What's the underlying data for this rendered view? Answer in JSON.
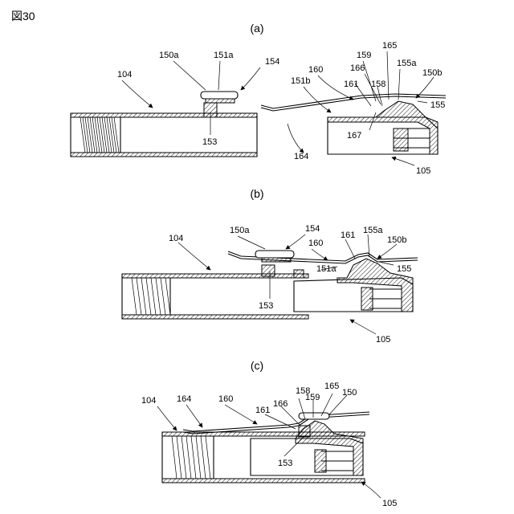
{
  "figure_label": "図30",
  "panels": [
    {
      "caption": "(a)",
      "labels": [
        "150a",
        "151a",
        "154",
        "104",
        "153",
        "160",
        "159",
        "165",
        "151b",
        "166",
        "155a",
        "150b",
        "161",
        "158",
        "155",
        "167",
        "164",
        "105"
      ]
    },
    {
      "caption": "(b)",
      "labels": [
        "104",
        "150a",
        "154",
        "160",
        "161",
        "155a",
        "150b",
        "151a",
        "155",
        "153",
        "105"
      ]
    },
    {
      "caption": "(c)",
      "labels": [
        "158",
        "165",
        "150",
        "104",
        "164",
        "160",
        "159",
        "166",
        "161",
        "153",
        "105"
      ]
    }
  ]
}
